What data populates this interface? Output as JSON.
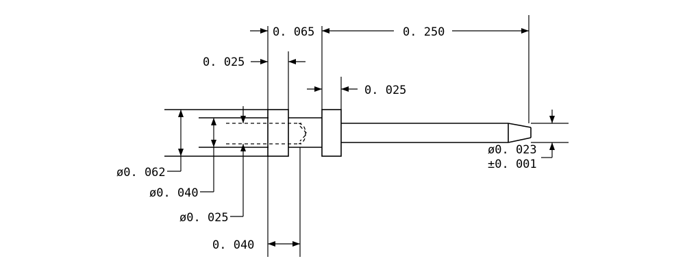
{
  "dimensions": {
    "overall_length": "0. 250",
    "collar_offset": "0. 065",
    "tail_width": "0. 025",
    "flange_width": "0. 025",
    "dia_outer": "ø0. 062",
    "dia_mid": "ø0. 040",
    "dia_inner": "ø0. 025",
    "tail_length": "0. 040",
    "pin_dia": "ø0. 023",
    "pin_tol": "±0. 001"
  }
}
